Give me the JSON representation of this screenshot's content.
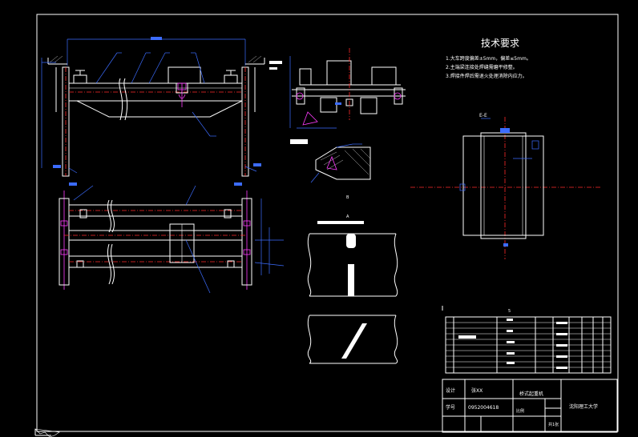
{
  "tech_requirements": {
    "title": "技术要求",
    "items": [
      "1.大车跨度偏差±5mm，偏差≤5mm。",
      "2.主端梁连接处焊缝需磨平修整。",
      "3.焊接件焊后需退火处理消除内应力。"
    ]
  },
  "section_label": "E-E",
  "detail_label_b": "B",
  "detail_label_a": "A",
  "parts_list_header": "5",
  "title_block": {
    "designer_label": "设计",
    "designer_name": "张XX",
    "student_id_label": "学号",
    "student_id": "0952004618",
    "drawing_title": "桥式起重机",
    "school": "沈阳理工大学",
    "scale_label": "比例",
    "sheet": "共1张"
  },
  "colors": {
    "background": "#000000",
    "line_main": "#ffffff",
    "center_line": "#ff2a2a",
    "dimension": "#3c6cff",
    "highlight": "#ff3cff"
  }
}
